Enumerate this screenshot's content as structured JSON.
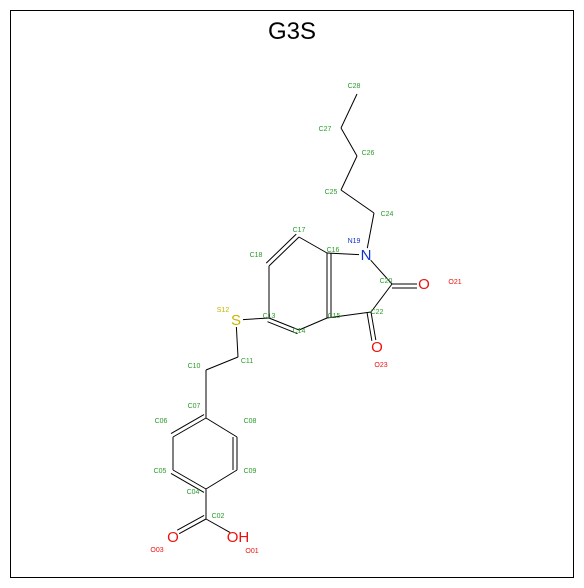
{
  "title": "G3S",
  "colors": {
    "carbon": "#2a9a2a",
    "nitrogen": "#1030d0",
    "oxygen": "#ee1010",
    "sulfur": "#c8b400",
    "bond": "#000000"
  },
  "atoms": [
    {
      "id": "C28",
      "element": "C",
      "label": "C28"
    },
    {
      "id": "C27",
      "element": "C",
      "label": "C27"
    },
    {
      "id": "C26",
      "element": "C",
      "label": "C26"
    },
    {
      "id": "C25",
      "element": "C",
      "label": "C25"
    },
    {
      "id": "C24",
      "element": "C",
      "label": "C24"
    },
    {
      "id": "N19",
      "element": "N",
      "label": "N19",
      "symbol": "N"
    },
    {
      "id": "C17",
      "element": "C",
      "label": "C17"
    },
    {
      "id": "C16",
      "element": "C",
      "label": "C16"
    },
    {
      "id": "C18",
      "element": "C",
      "label": "C18"
    },
    {
      "id": "C20",
      "element": "C",
      "label": "C20"
    },
    {
      "id": "O21",
      "element": "O",
      "label": "O21",
      "symbol": "O"
    },
    {
      "id": "S12",
      "element": "S",
      "label": "S12",
      "symbol": "S"
    },
    {
      "id": "C13",
      "element": "C",
      "label": "C13"
    },
    {
      "id": "C15",
      "element": "C",
      "label": "C15"
    },
    {
      "id": "C22",
      "element": "C",
      "label": "C22"
    },
    {
      "id": "C14",
      "element": "C",
      "label": "C14"
    },
    {
      "id": "O23",
      "element": "O",
      "label": "O23",
      "symbol": "O"
    },
    {
      "id": "C10",
      "element": "C",
      "label": "C10"
    },
    {
      "id": "C11",
      "element": "C",
      "label": "C11"
    },
    {
      "id": "C07",
      "element": "C",
      "label": "C07"
    },
    {
      "id": "C06",
      "element": "C",
      "label": "C06"
    },
    {
      "id": "C08",
      "element": "C",
      "label": "C08"
    },
    {
      "id": "C05",
      "element": "C",
      "label": "C05"
    },
    {
      "id": "C09",
      "element": "C",
      "label": "C09"
    },
    {
      "id": "C04",
      "element": "C",
      "label": "C04"
    },
    {
      "id": "C02",
      "element": "C",
      "label": "C02"
    },
    {
      "id": "O03",
      "element": "O",
      "label": "O03",
      "symbol": "O"
    },
    {
      "id": "O01",
      "element": "O",
      "label": "O01",
      "symbol": "OH"
    }
  ],
  "bonds": [
    [
      "C28",
      "C27",
      1
    ],
    [
      "C27",
      "C26",
      1
    ],
    [
      "C26",
      "C25",
      1
    ],
    [
      "C25",
      "C24",
      1
    ],
    [
      "C24",
      "N19",
      1
    ],
    [
      "N19",
      "C16",
      1
    ],
    [
      "N19",
      "C20",
      1
    ],
    [
      "C20",
      "O21",
      2
    ],
    [
      "C20",
      "C22",
      1
    ],
    [
      "C22",
      "O23",
      2
    ],
    [
      "C22",
      "C15",
      1
    ],
    [
      "C15",
      "C16",
      2
    ],
    [
      "C16",
      "C17",
      1
    ],
    [
      "C17",
      "C18",
      2
    ],
    [
      "C18",
      "C13",
      1
    ],
    [
      "C13",
      "C14",
      2
    ],
    [
      "C14",
      "C15",
      1
    ],
    [
      "C13",
      "S12",
      1
    ],
    [
      "S12",
      "C11",
      1
    ],
    [
      "C11",
      "C10",
      1
    ],
    [
      "C10",
      "C07",
      1
    ],
    [
      "C07",
      "C06",
      2
    ],
    [
      "C07",
      "C08",
      1
    ],
    [
      "C06",
      "C05",
      1
    ],
    [
      "C08",
      "C09",
      2
    ],
    [
      "C05",
      "C04",
      2
    ],
    [
      "C09",
      "C04",
      1
    ],
    [
      "C04",
      "C02",
      1
    ],
    [
      "C02",
      "O03",
      2
    ],
    [
      "C02",
      "O01",
      1
    ]
  ]
}
